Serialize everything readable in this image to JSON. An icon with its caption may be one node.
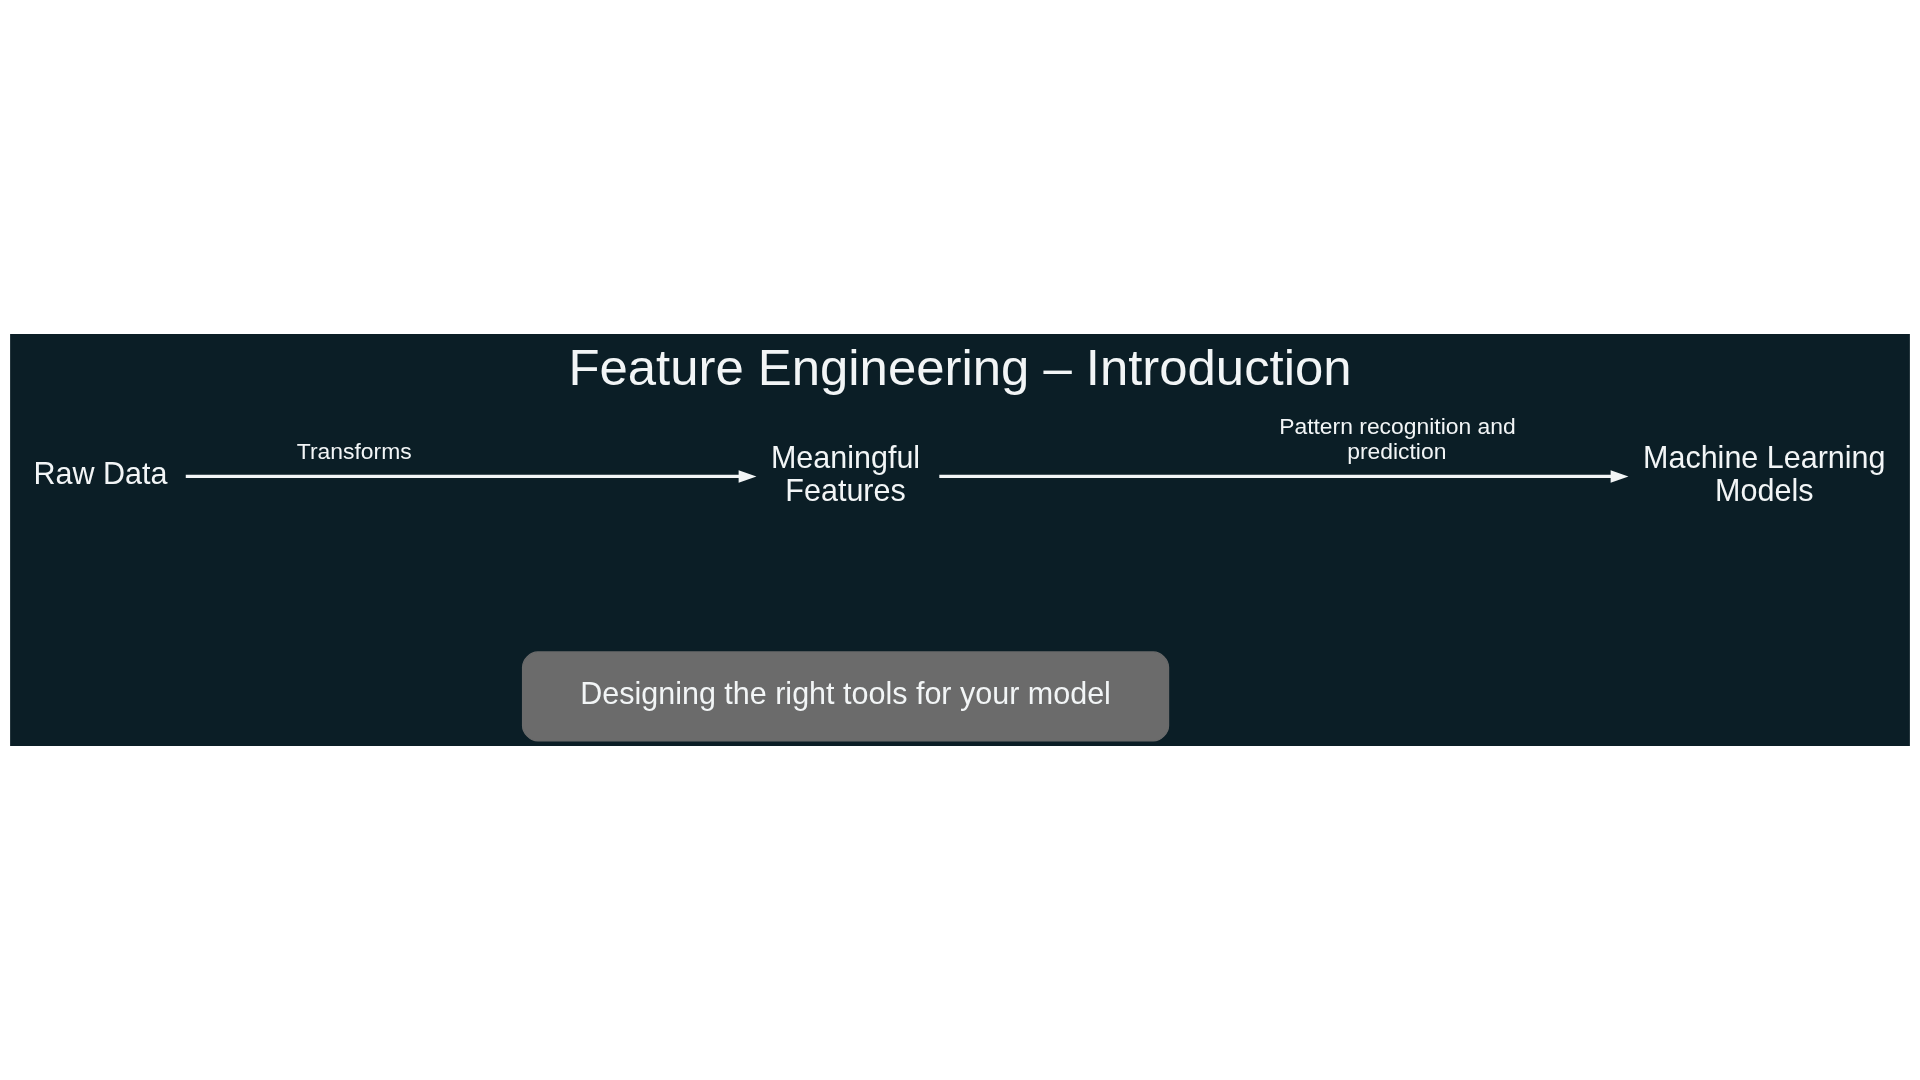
{
  "diagram": {
    "title": "Feature Engineering – Introduction",
    "nodes": [
      {
        "text": [
          "Raw Data"
        ]
      },
      {
        "text": [
          "Meaningful Features"
        ]
      },
      {
        "text": [
          "Machine Learning Models"
        ]
      },
      {
        "text": [
          "Designing the right tools for your model"
        ]
      }
    ],
    "edges": [
      {
        "from": 0,
        "to": 1,
        "arrow": "to",
        "label": "Transforms"
      },
      {
        "from": 1,
        "to": 2,
        "arrow": "to",
        "label": "Pattern recognition and prediction"
      }
    ]
  }
}
